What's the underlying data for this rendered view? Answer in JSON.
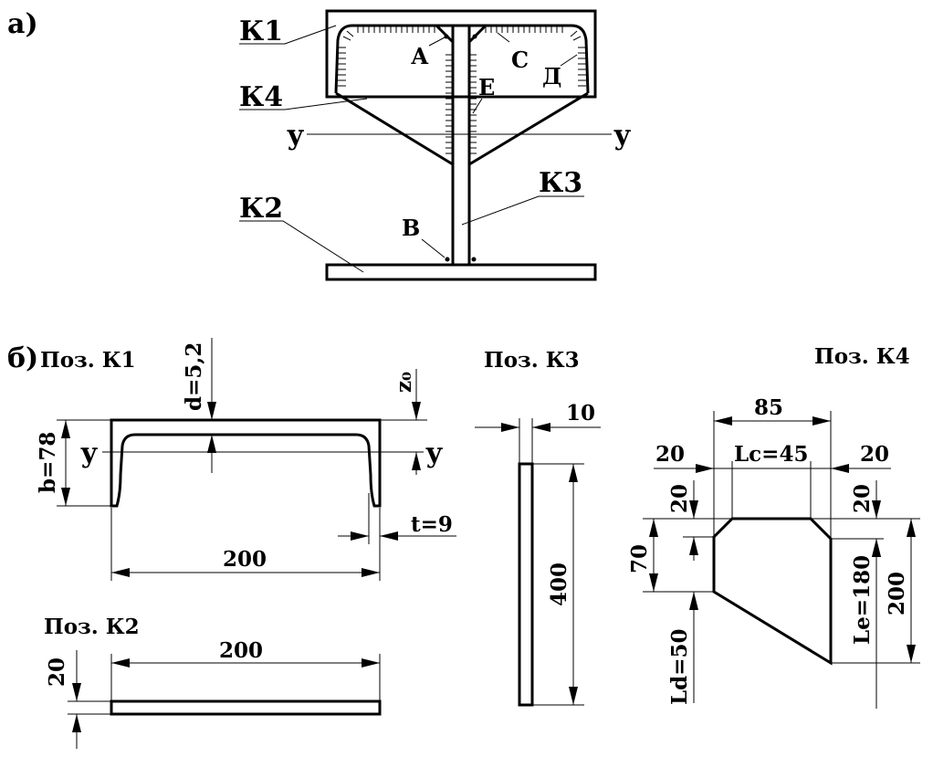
{
  "part_a": {
    "marker": "а)",
    "parts": {
      "k1": "К1",
      "k2": "К2",
      "k3": "К3",
      "k4": "К4"
    },
    "points": {
      "a": "А",
      "b": "В",
      "c": "С",
      "d": "Д",
      "e": "Е"
    },
    "axis": {
      "left": "у",
      "right": "у"
    }
  },
  "part_b": {
    "marker": "б)",
    "k1": {
      "title": "Поз. К1",
      "d": "d=5,2",
      "b": "b=78",
      "t": "t=9",
      "width": "200",
      "z0": "z₀",
      "axis_left": "у",
      "axis_right": "у"
    },
    "k2": {
      "title": "Поз. К2",
      "thickness": "20",
      "width": "200"
    },
    "k3": {
      "title": "Поз. К3",
      "thickness": "10",
      "height": "400"
    },
    "k4": {
      "title": "Поз. К4",
      "total_width": "85",
      "lc": "Lc=45",
      "chamfer_left": "20",
      "chamfer_right": "20",
      "chamfer_v_left": "20",
      "chamfer_v_right": "20",
      "h70": "70",
      "ld": "Ld=50",
      "le": "Le=180",
      "h200": "200"
    }
  }
}
